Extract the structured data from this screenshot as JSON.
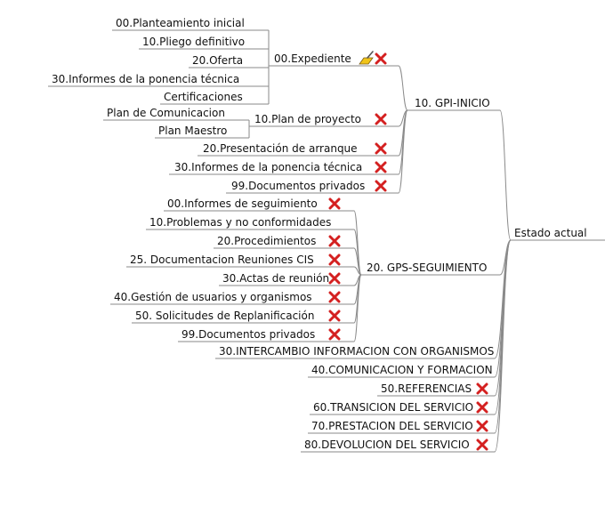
{
  "root": {
    "label": "Estado actual"
  },
  "branches": [
    {
      "label": "10. GPI-INICIO",
      "children": [
        {
          "label": "00.Expediente",
          "icons": [
            "brush-icon",
            "x-icon"
          ],
          "children": [
            {
              "label": "00.Planteamiento inicial"
            },
            {
              "label": "10.Pliego definitivo"
            },
            {
              "label": "20.Oferta"
            },
            {
              "label": "30.Informes de la ponencia técnica"
            },
            {
              "label": "Certificaciones"
            }
          ]
        },
        {
          "label": "10.Plan de proyecto",
          "icons": [
            "x-icon"
          ],
          "children": [
            {
              "label": "Plan de Comunicacion"
            },
            {
              "label": "Plan Maestro"
            }
          ]
        },
        {
          "label": "20.Presentación de arranque",
          "icons": [
            "x-icon"
          ]
        },
        {
          "label": "30.Informes de la ponencia técnica",
          "icons": [
            "x-icon"
          ]
        },
        {
          "label": "99.Documentos privados",
          "icons": [
            "x-icon"
          ]
        }
      ]
    },
    {
      "label": "20. GPS-SEGUIMIENTO",
      "children": [
        {
          "label": "00.Informes de seguimiento",
          "icons": [
            "x-icon"
          ]
        },
        {
          "label": "10.Problemas y no conformidades"
        },
        {
          "label": "20.Procedimientos",
          "icons": [
            "x-icon"
          ]
        },
        {
          "label": "25. Documentacion Reuniones CIS",
          "icons": [
            "x-icon"
          ]
        },
        {
          "label": "30.Actas de reunión",
          "icons": [
            "x-icon"
          ]
        },
        {
          "label": "40.Gestión de usuarios y organismos",
          "icons": [
            "x-icon"
          ]
        },
        {
          "label": "50. Solicitudes de Replanificación",
          "icons": [
            "x-icon"
          ]
        },
        {
          "label": "99.Documentos privados",
          "icons": [
            "x-icon"
          ]
        }
      ]
    },
    {
      "label": "30.INTERCAMBIO INFORMACION CON ORGANISMOS"
    },
    {
      "label": "40.COMUNICACION Y FORMACION"
    },
    {
      "label": "50.REFERENCIAS",
      "icons": [
        "x-icon"
      ]
    },
    {
      "label": "60.TRANSICION DEL SERVICIO",
      "icons": [
        "x-icon"
      ]
    },
    {
      "label": "70.PRESTACION DEL SERVICIO",
      "icons": [
        "x-icon"
      ]
    },
    {
      "label": "80.DEVOLUCION DEL SERVICIO",
      "icons": [
        "x-icon"
      ]
    }
  ],
  "colors": {
    "line": "#8a8a8a",
    "text": "#111111",
    "x_icon": "#d42020"
  }
}
